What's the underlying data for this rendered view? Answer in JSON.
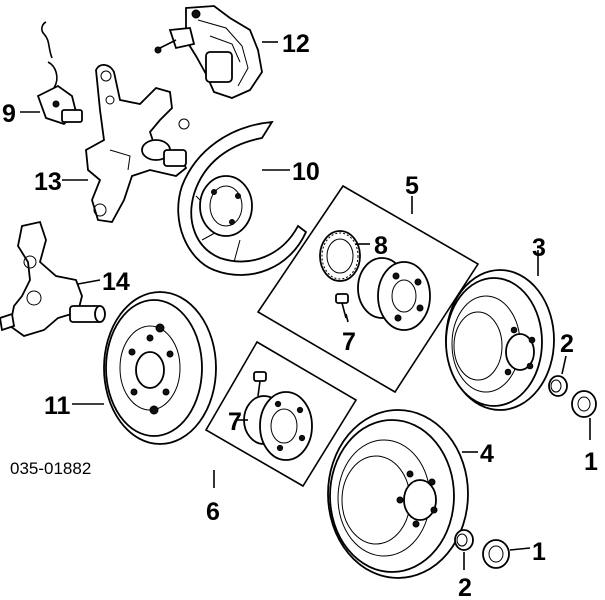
{
  "diagram": {
    "part_code": "035-01882",
    "callouts": {
      "c1a": "1",
      "c1b": "1",
      "c2a": "2",
      "c2b": "2",
      "c3": "3",
      "c4": "4",
      "c5": "5",
      "c6": "6",
      "c7a": "7",
      "c7b": "7",
      "c8": "8",
      "c9": "9",
      "c10": "10",
      "c11": "11",
      "c12": "12",
      "c13": "13",
      "c14": "14"
    }
  }
}
